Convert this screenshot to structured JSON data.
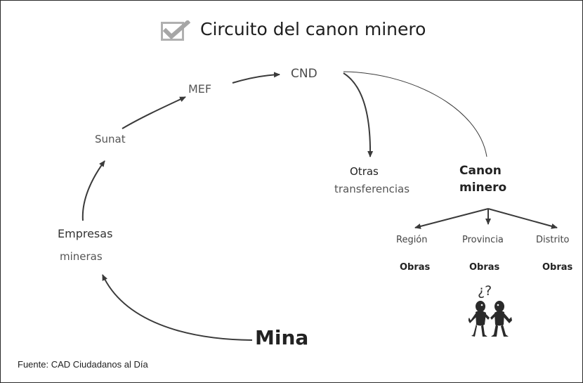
{
  "title": "Circuito del canon minero",
  "icon": "checkbox-checked-icon",
  "nodes": {
    "cnd": "CND",
    "mef": "MEF",
    "sunat": "Sunat",
    "empresas": "Empresas",
    "mineras": "mineras",
    "mina": "Mina",
    "otras_line1": "Otras",
    "otras_line2": "transferencias",
    "canon_line1": "Canon",
    "canon_line2": "minero"
  },
  "levels": [
    {
      "name": "Región",
      "obras": "Obras"
    },
    {
      "name": "Provincia",
      "obras": "Obras"
    },
    {
      "name": "Distrito",
      "obras": "Obras"
    }
  ],
  "question_mark": "¿?",
  "figures_icon": "two-people-thinking-icon",
  "source": "Fuente: CAD Ciudadanos al Día",
  "colors": {
    "arrow": "#3a3a3a",
    "icon_gray": "#b0b0b0",
    "text_dark": "#222222"
  }
}
